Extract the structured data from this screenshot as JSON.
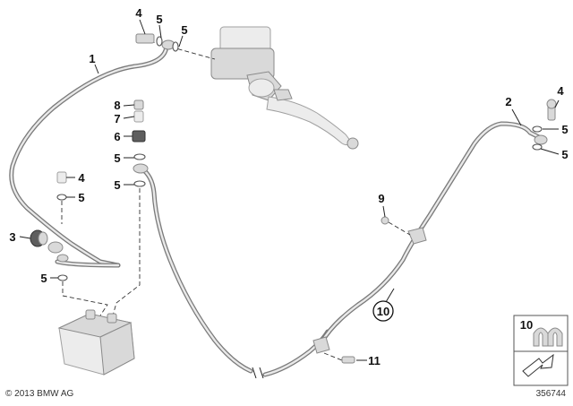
{
  "copyright": "© 2013 BMW AG",
  "diagram_number": "356744",
  "callouts": {
    "c1": "1",
    "c2": "2",
    "c3": "3",
    "c4_top": "4",
    "c4_left": "4",
    "c4_right": "4",
    "c5_top_a": "5",
    "c5_top_b": "5",
    "c5_mid_a": "5",
    "c5_mid_b": "5",
    "c5_left_a": "5",
    "c5_left_b": "5",
    "c5_right_a": "5",
    "c5_right_b": "5",
    "c6": "6",
    "c7": "7",
    "c8": "8",
    "c9": "9",
    "c10": "10",
    "c11": "11"
  },
  "legend_box": {
    "label": "10"
  }
}
